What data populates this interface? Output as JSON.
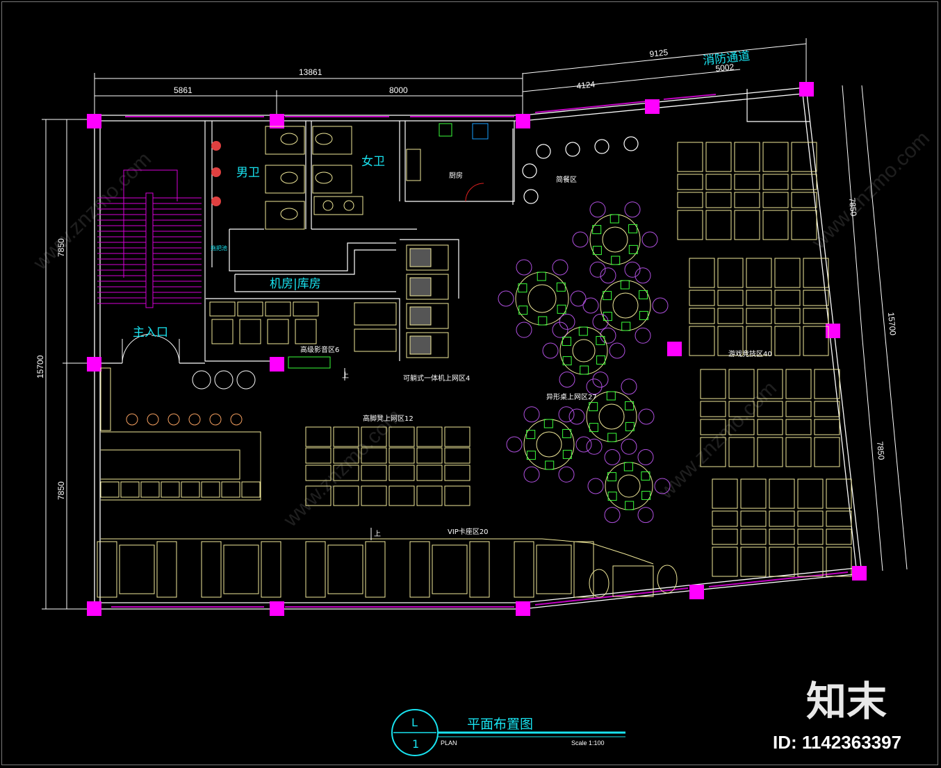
{
  "dimensions": {
    "overall_top": "13861",
    "top_left": "5861",
    "top_right": "8000",
    "right_top_overall": "9125",
    "right_top_part": "4124",
    "right_top_short": "5002",
    "left_upper": "7850",
    "left_overall": "15700",
    "left_lower": "7850",
    "right_upper": "7850",
    "right_overall": "15700",
    "right_lower": "7850"
  },
  "rooms": {
    "fire_exit": "消防通道",
    "mens_restroom": "男卫",
    "womens_restroom": "女卫",
    "kitchen": "厨房",
    "dining": "简餐区",
    "mop_pool": "拖把池",
    "server_room": "机房|库房",
    "main_entrance": "主入口"
  },
  "zones": {
    "premium_av": "高级影音区6",
    "recline_pc": "可躺式一体机上网区4",
    "high_stool": "高脚凳上网区12",
    "special_desk": "异形桌上网区27",
    "game_arena": "游戏竞技区40",
    "vip_booth": "VIP卡座区20",
    "up_marker_1": "上",
    "up_marker_2": "上"
  },
  "title_block": {
    "title": "平面布置图",
    "subtitle": "PLAN",
    "scale": "Scale 1:100",
    "bubble_top": "L",
    "bubble_bottom": "1"
  },
  "watermark": {
    "brand": "知末",
    "id": "ID: 1142363397",
    "diag": "www.znzmo.com"
  },
  "colors": {
    "background": "#000000",
    "wall": "#ffffff",
    "column": "#ff00ff",
    "furniture": "#f2ea9a",
    "chair": "#b050e0",
    "room_label": "#19e3f0",
    "stair": "#d800d8",
    "desk_accent": "#3aff3a"
  }
}
